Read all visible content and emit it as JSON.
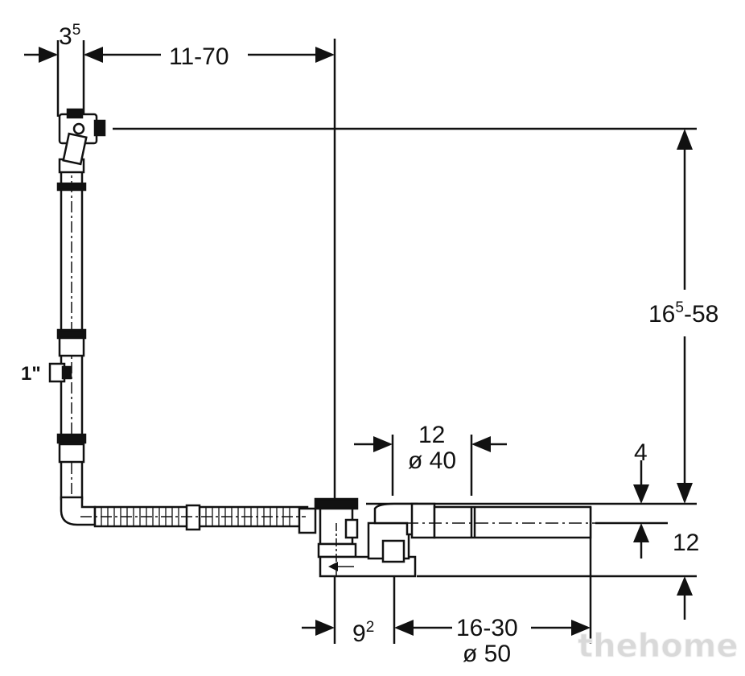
{
  "dimensions": {
    "top_left_main": "3",
    "top_left_sup": "5",
    "top_span": "11-70",
    "height_range_main": "16",
    "height_range_sup": "5",
    "height_range_rest": "-58",
    "inlet_size": "1\"",
    "outlet_top_value": "12",
    "outlet_top_diameter": "ø 40",
    "offset_top": "4",
    "offset_right": "12",
    "bottom_left_main": "9",
    "bottom_left_sup": "2",
    "bottom_right_range": "16-30",
    "bottom_right_diameter": "ø 50"
  },
  "watermark": "thehome",
  "colors": {
    "line": "#111111",
    "watermark": "#d9d9d9"
  }
}
